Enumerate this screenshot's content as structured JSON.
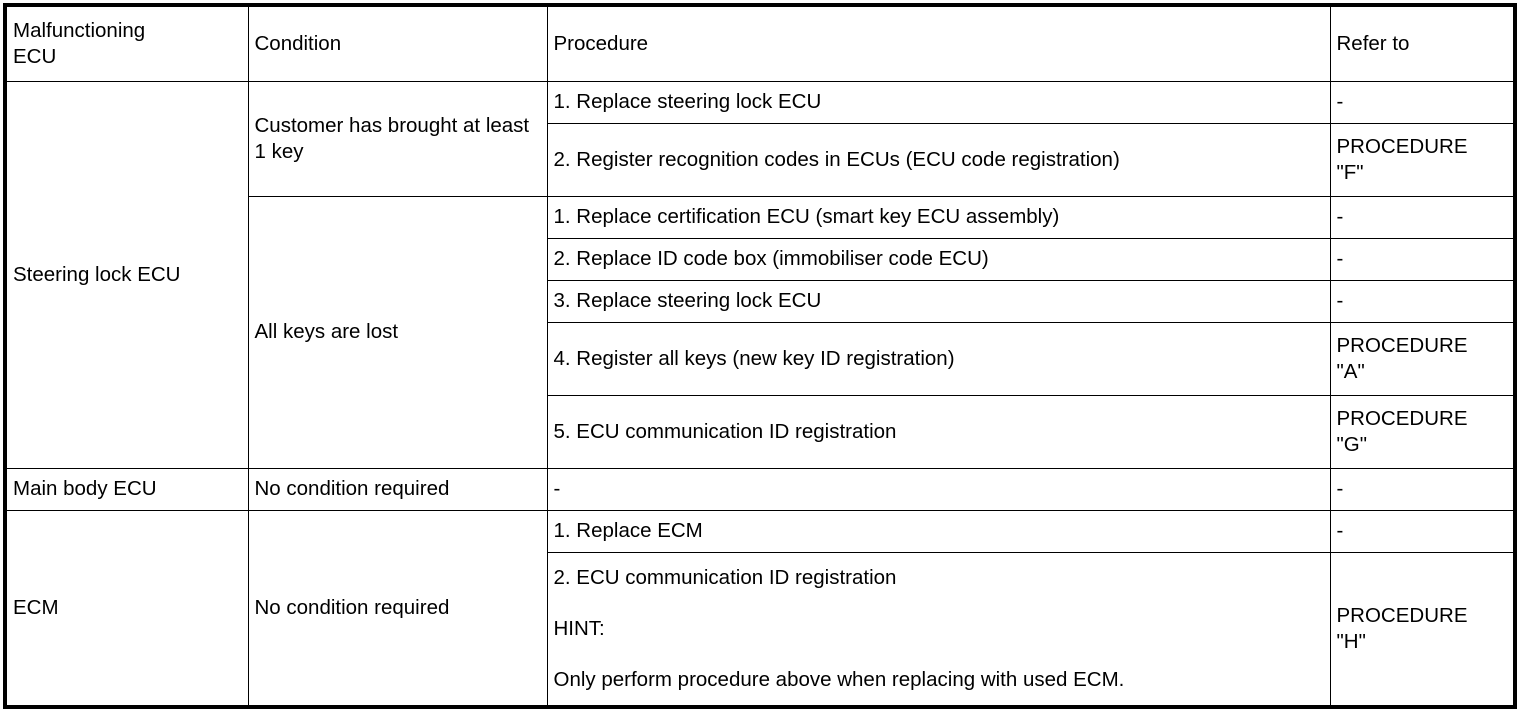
{
  "table": {
    "headers": {
      "ecu": "Malfunctioning\nECU",
      "condition": "Condition",
      "procedure": "Procedure",
      "refer_to": "Refer to"
    },
    "rows": [
      {
        "ecu": "Steering lock ECU",
        "condition": "Customer has brought at least 1 key",
        "procedure": "1. Replace steering lock ECU",
        "refer_to": "-"
      },
      {
        "ecu": "",
        "condition": "",
        "procedure": "2. Register recognition codes in ECUs (ECU code registration)",
        "refer_to": "PROCEDURE\n\"F\""
      },
      {
        "ecu": "",
        "condition": "All keys are lost",
        "procedure": "1. Replace certification ECU (smart key ECU assembly)",
        "refer_to": "-"
      },
      {
        "ecu": "",
        "condition": "",
        "procedure": "2. Replace ID code box (immobiliser code ECU)",
        "refer_to": "-"
      },
      {
        "ecu": "",
        "condition": "",
        "procedure": "3. Replace steering lock ECU",
        "refer_to": "-"
      },
      {
        "ecu": "",
        "condition": "",
        "procedure": "4. Register all keys (new key ID registration)",
        "refer_to": "PROCEDURE\n\"A\""
      },
      {
        "ecu": "",
        "condition": "",
        "procedure": "5. ECU communication ID registration",
        "refer_to": "PROCEDURE\n\"G\""
      },
      {
        "ecu": "Main body ECU",
        "condition": "No condition required",
        "procedure": "-",
        "refer_to": "-"
      },
      {
        "ecu": "ECM",
        "condition": "No condition required",
        "procedure": "1. Replace ECM",
        "refer_to": "-"
      },
      {
        "ecu": "",
        "condition": "",
        "procedure": "2. ECU communication ID registration\n\nHINT:\n\nOnly perform procedure above when replacing with used ECM.",
        "refer_to": "PROCEDURE\n\"H\""
      }
    ]
  },
  "colors": {
    "border": "#000000",
    "text": "#000000",
    "background": "#ffffff"
  }
}
